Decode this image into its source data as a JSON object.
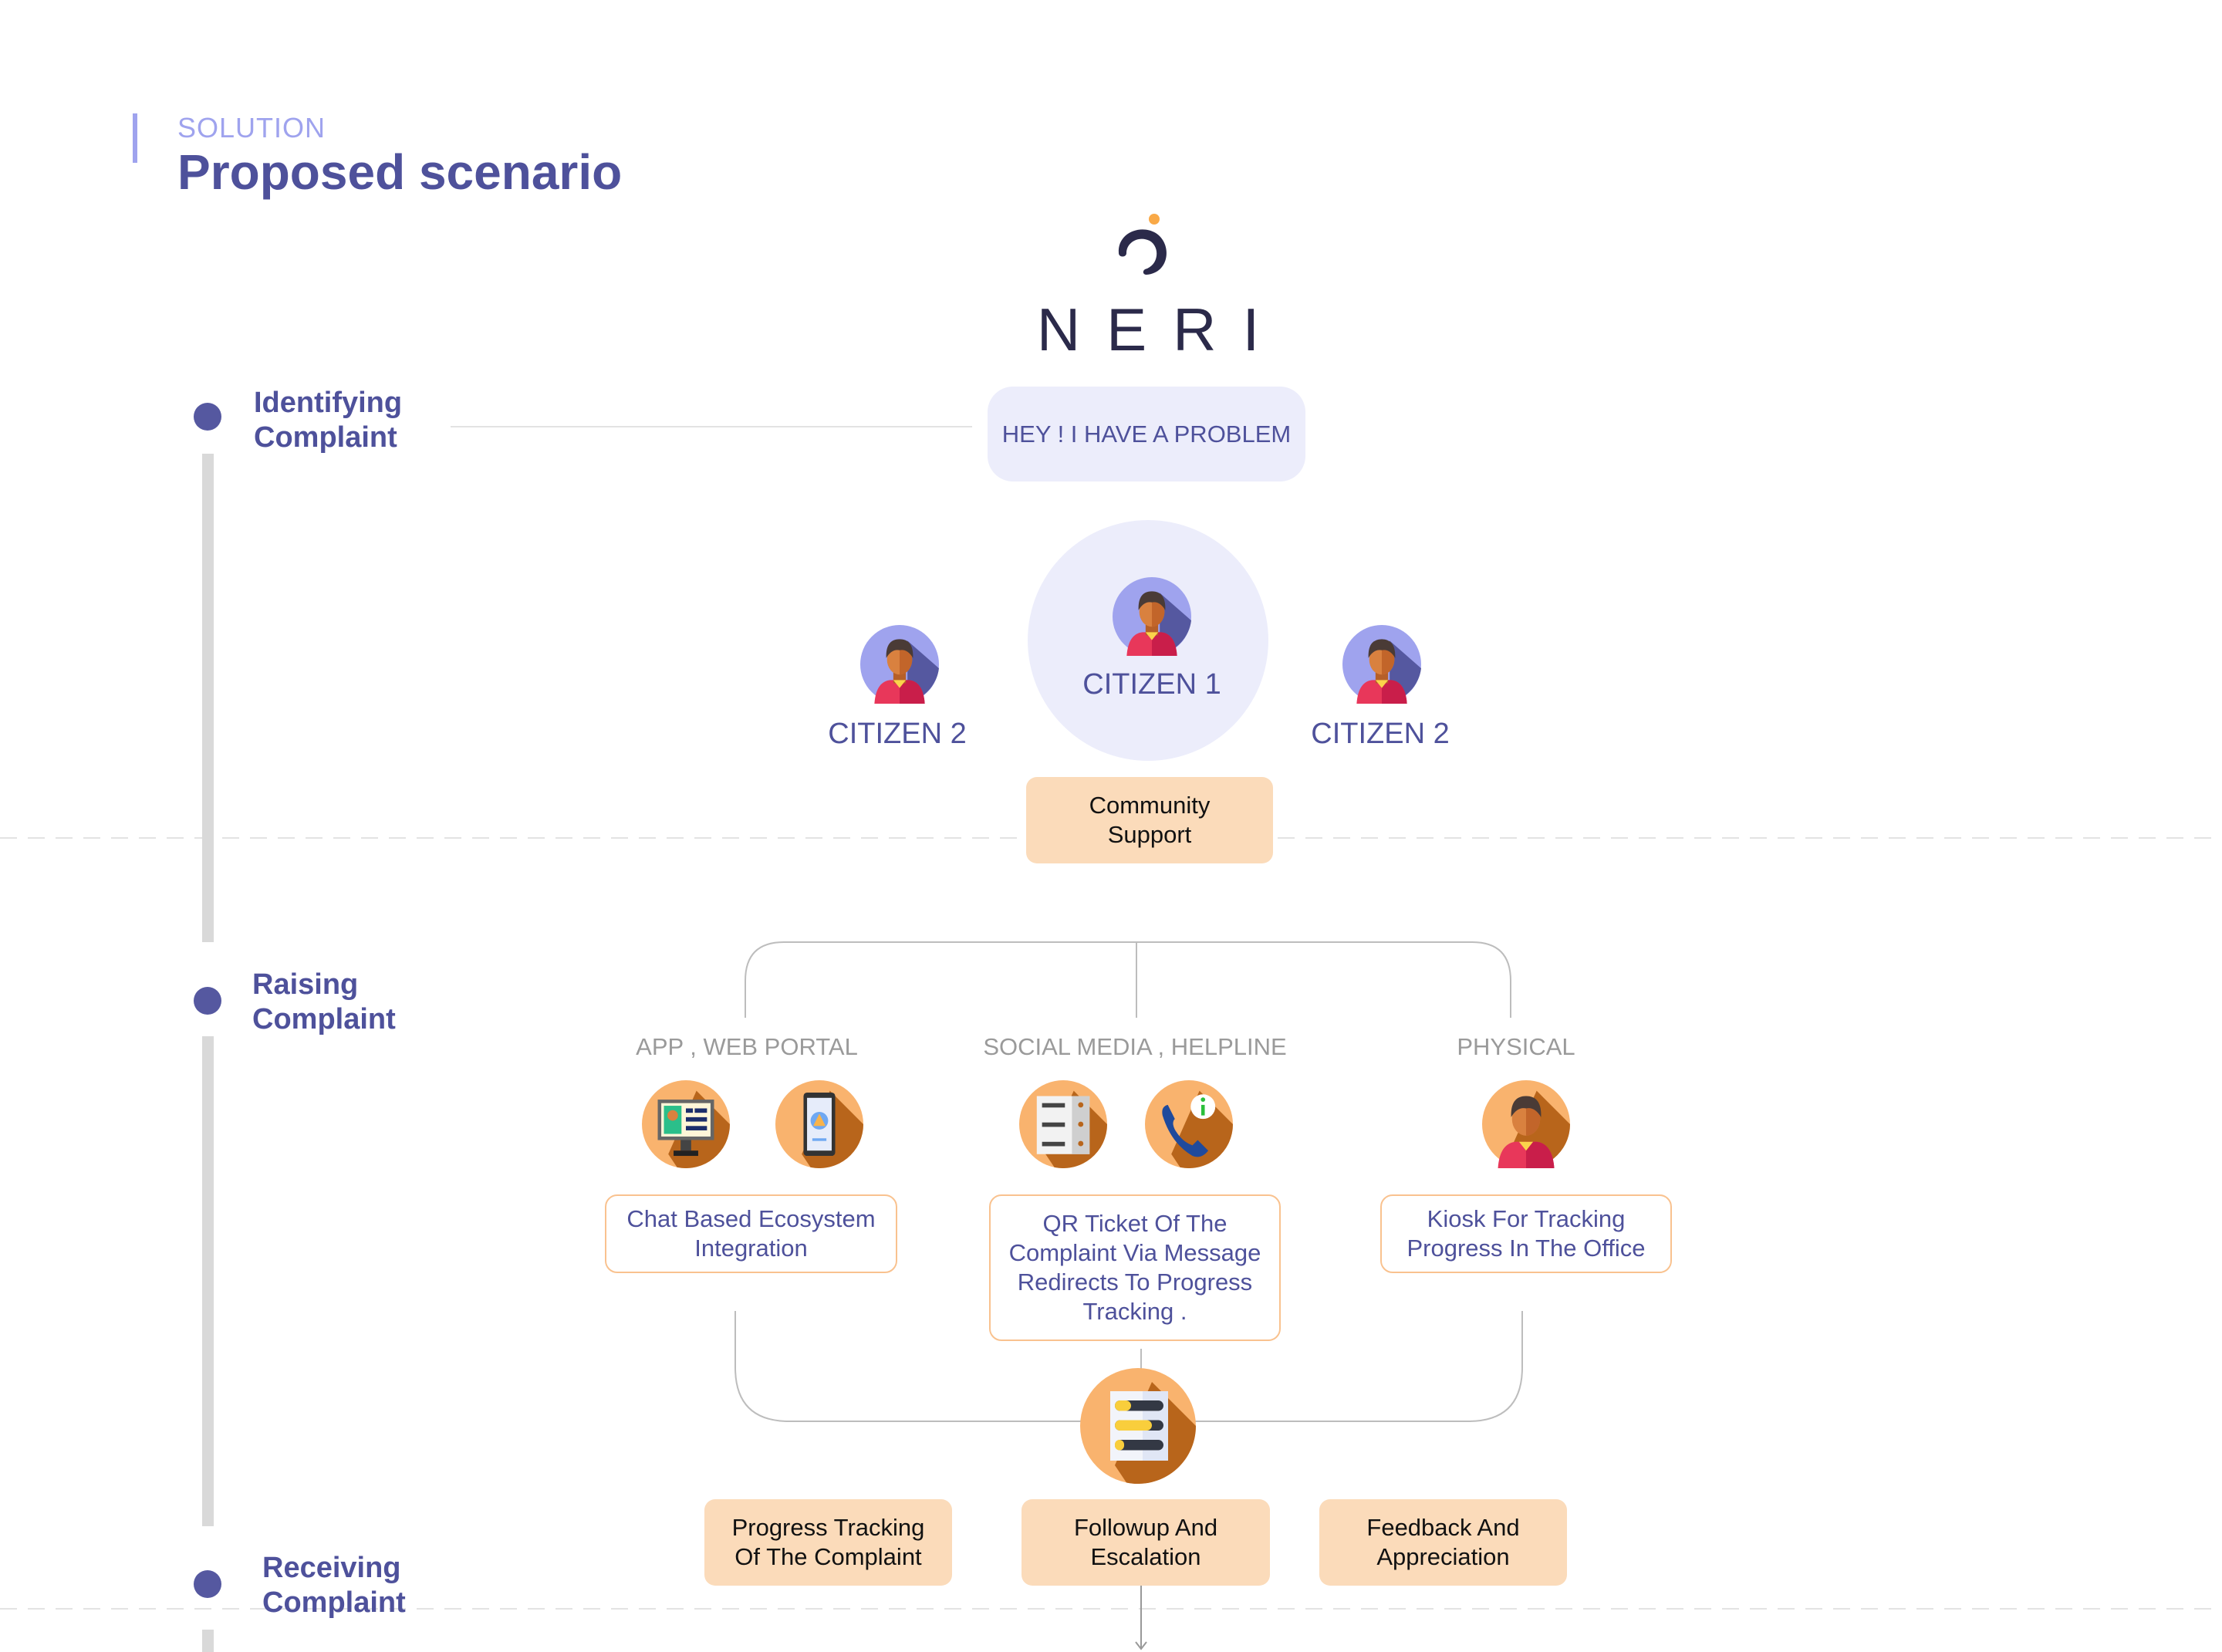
{
  "header": {
    "eyebrow": "SOLUTION",
    "title": "Proposed scenario"
  },
  "brand": {
    "name": "NERI",
    "logo_icon": "neri-crescent-logo"
  },
  "stages": [
    {
      "line1": "Identifying",
      "line2": "Complaint"
    },
    {
      "line1": "Raising",
      "line2": "Complaint"
    },
    {
      "line1": "Receiving",
      "line2": "Complaint"
    }
  ],
  "identifying": {
    "speech": "HEY ! I HAVE A PROBLEM",
    "citizen_main": "CITIZEN 1",
    "citizen_left": "CITIZEN 2",
    "citizen_right": "CITIZEN 2",
    "community": {
      "line1": "Community",
      "line2": "Support"
    }
  },
  "raising": {
    "channels": [
      {
        "label": "APP , WEB PORTAL",
        "icons": [
          "desktop-profile-icon",
          "mobile-app-icon"
        ],
        "box": {
          "line1": "Chat Based Ecosystem",
          "line2": "Integration"
        }
      },
      {
        "label": "SOCIAL MEDIA , HELPLINE",
        "icons": [
          "social-feed-icon",
          "helpline-phone-icon"
        ],
        "box": {
          "line1": "QR Ticket Of The",
          "line2": "Complaint Via Message",
          "line3": "Redirects To Progress",
          "line4": "Tracking ."
        }
      },
      {
        "label": "PHYSICAL",
        "icons": [
          "person-kiosk-icon"
        ],
        "box": {
          "line1": "Kiosk For Tracking",
          "line2": "Progress In The Office"
        }
      }
    ]
  },
  "receiving": {
    "hub_icon": "progress-list-icon",
    "outcomes": [
      {
        "line1": "Progress Tracking",
        "line2": "Of The Complaint"
      },
      {
        "line1": "Followup And",
        "line2": "Escalation"
      },
      {
        "line1": "Feedback And",
        "line2": "Appreciation"
      }
    ]
  },
  "colors": {
    "primary": "#4E519B",
    "accent": "#9FA3EE",
    "peach": "#FBDBBA",
    "orange": "#F9B36E",
    "lavender": "#ECEDFB"
  }
}
